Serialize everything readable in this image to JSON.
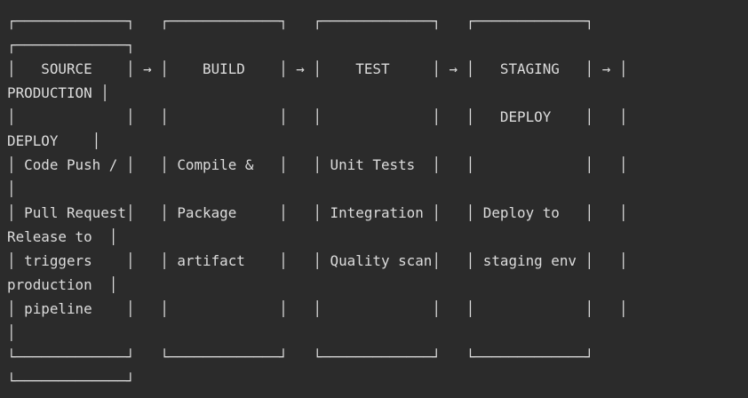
{
  "diagram": {
    "lines": [
      "┌─────────────┐   ┌─────────────┐   ┌─────────────┐   ┌─────────────┐",
      "┌─────────────┐",
      "│   SOURCE    │ → │    BUILD    │ → │    TEST     │ → │   STAGING   │ → │",
      "PRODUCTION │",
      "│             │   │             │   │             │   │   DEPLOY    │   │",
      "DEPLOY    │",
      "│ Code Push / │   │ Compile &   │   │ Unit Tests  │   │             │   │",
      "│",
      "│ Pull Request│   │ Package     │   │ Integration │   │ Deploy to   │   │",
      "Release to  │",
      "│ triggers    │   │ artifact    │   │ Quality scan│   │ staging env │   │",
      "production  │",
      "│ pipeline    │   │             │   │             │   │             │   │",
      "│",
      "└─────────────┘   └─────────────┘   └─────────────┘   └─────────────┘",
      "└─────────────┘"
    ]
  }
}
